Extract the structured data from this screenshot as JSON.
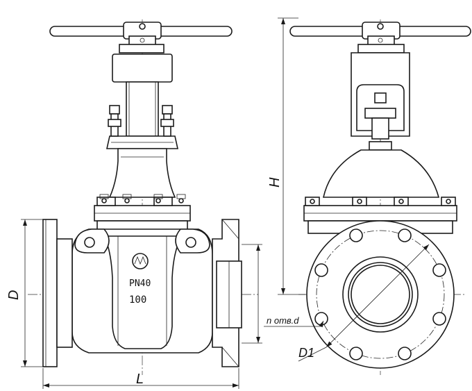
{
  "labels": {
    "L": "L",
    "D": "D",
    "H": "H",
    "D1": "D1",
    "holes": "n отв.d"
  },
  "casting": {
    "pressure": "PN40",
    "dn": "100"
  },
  "colors": {
    "line": "#1a1a1a",
    "background": "#ffffff"
  }
}
